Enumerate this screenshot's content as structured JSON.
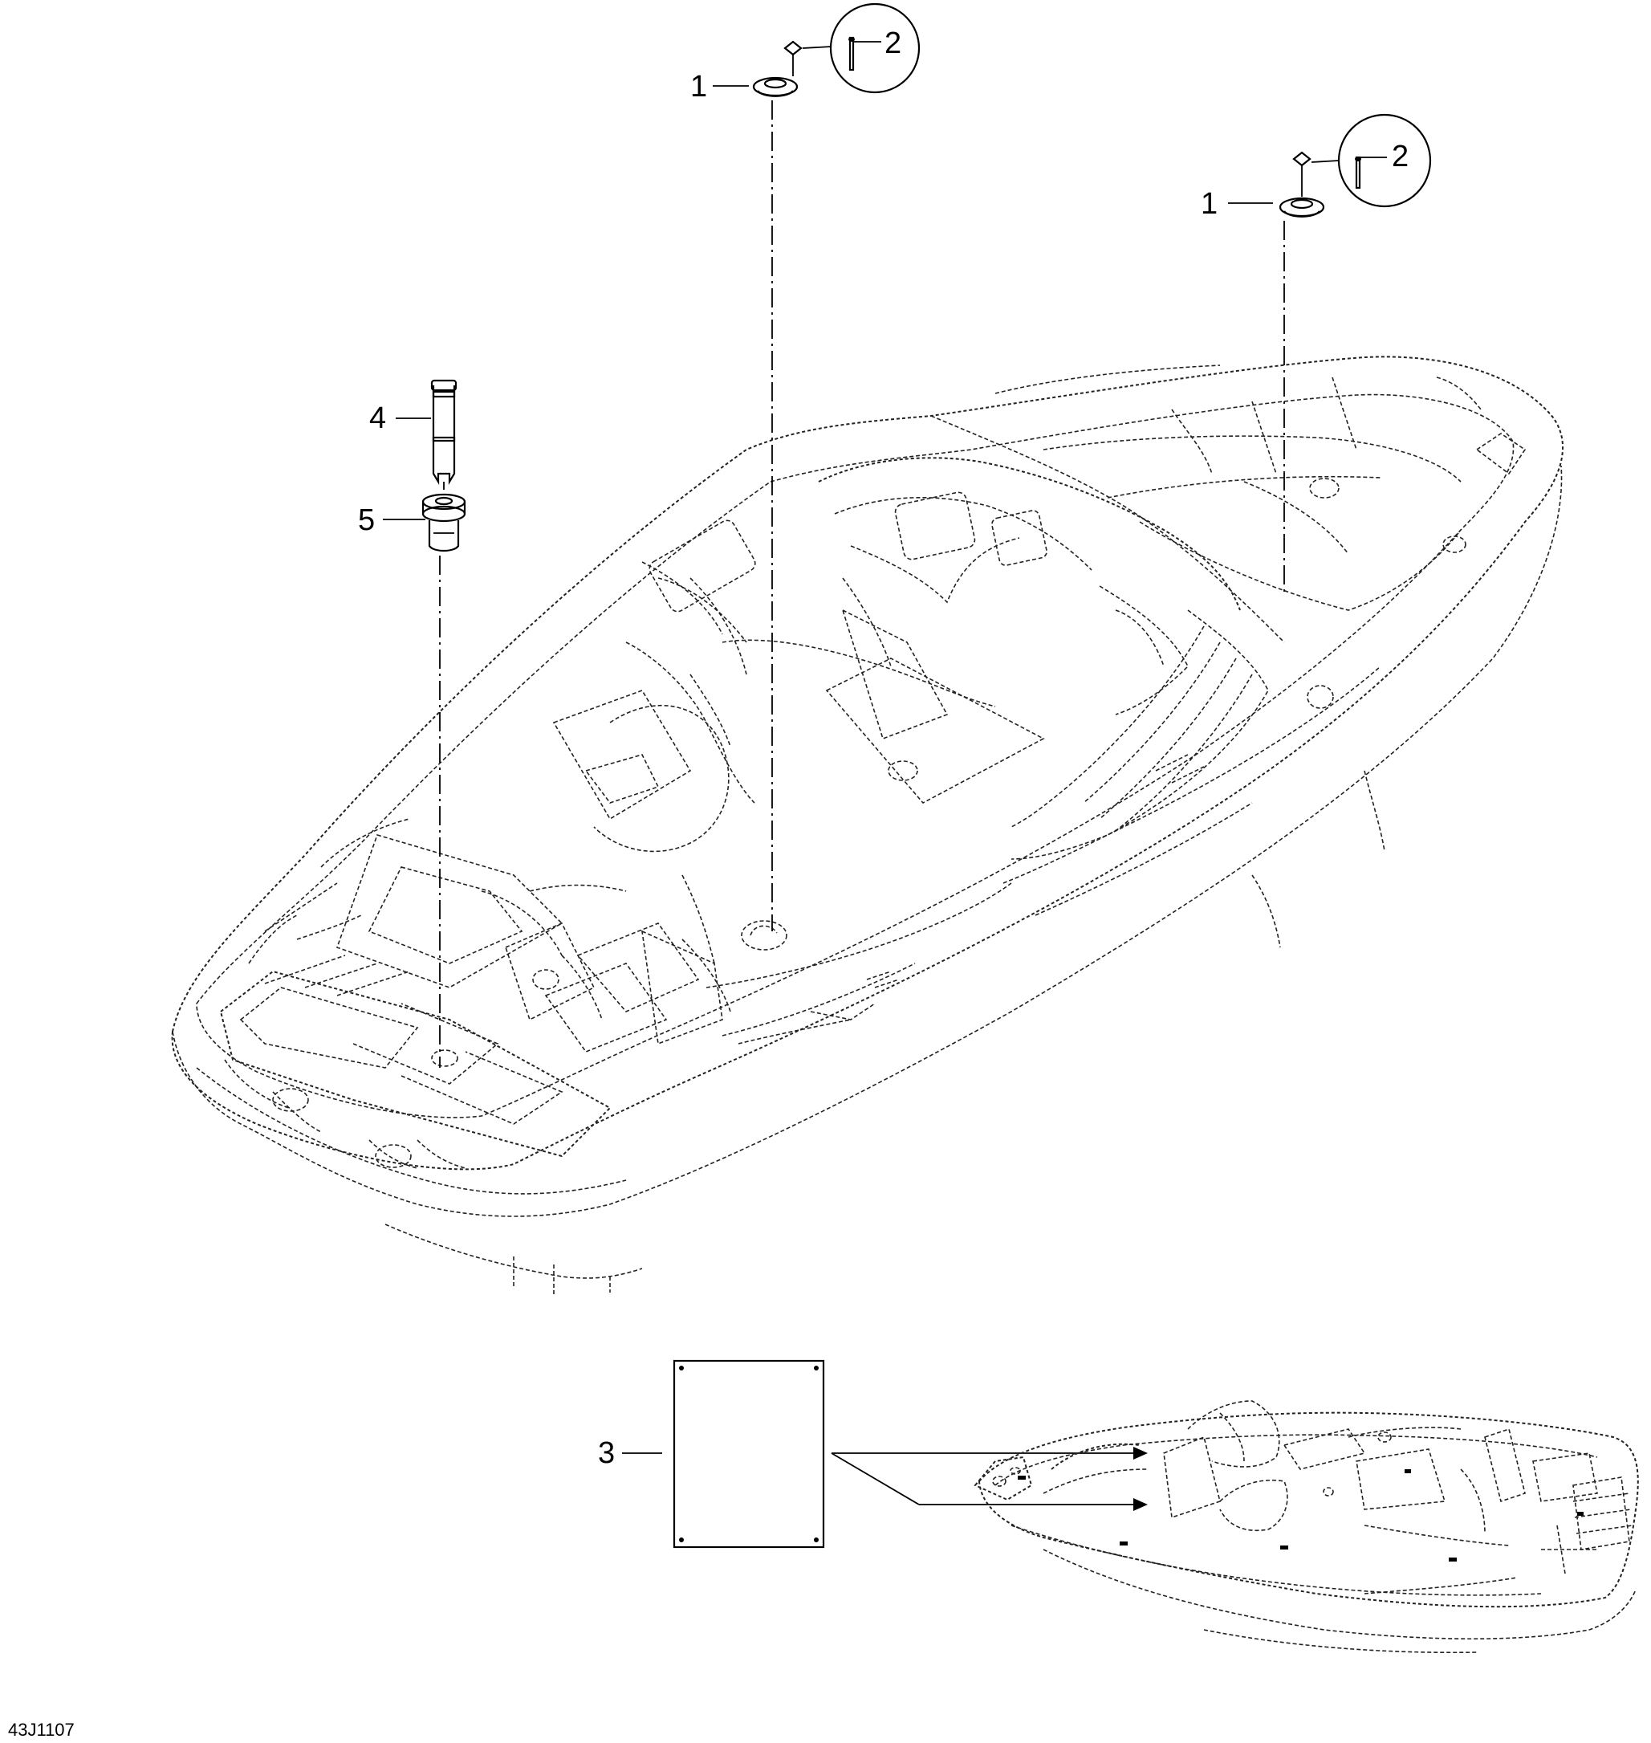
{
  "callouts": {
    "c1a": "1",
    "c2a": "2",
    "c1b": "1",
    "c2b": "2",
    "c4": "4",
    "c5": "5",
    "c3": "3"
  },
  "figure_id": "43J1107"
}
